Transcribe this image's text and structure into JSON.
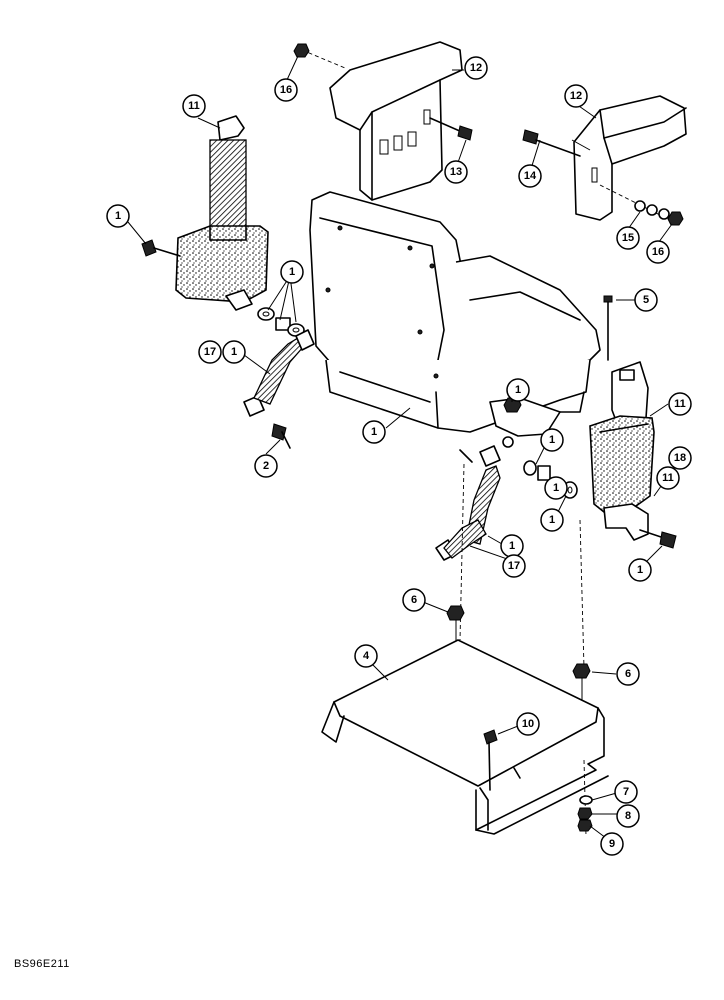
{
  "figure_code": "BS96E211",
  "callouts": [
    "1",
    "1",
    "1",
    "1",
    "1",
    "1",
    "1",
    "1",
    "1",
    "1",
    "2",
    "4",
    "5",
    "6",
    "6",
    "7",
    "8",
    "9",
    "10",
    "11",
    "11",
    "11",
    "12",
    "12",
    "13",
    "14",
    "15",
    "16",
    "16",
    "17",
    "17",
    "18"
  ],
  "icons": [
    "seat-assembly",
    "headrest",
    "armrest",
    "seat-belt-buckle",
    "seat-belt-retractor",
    "mounting-plate",
    "bolt",
    "nut",
    "washer"
  ]
}
